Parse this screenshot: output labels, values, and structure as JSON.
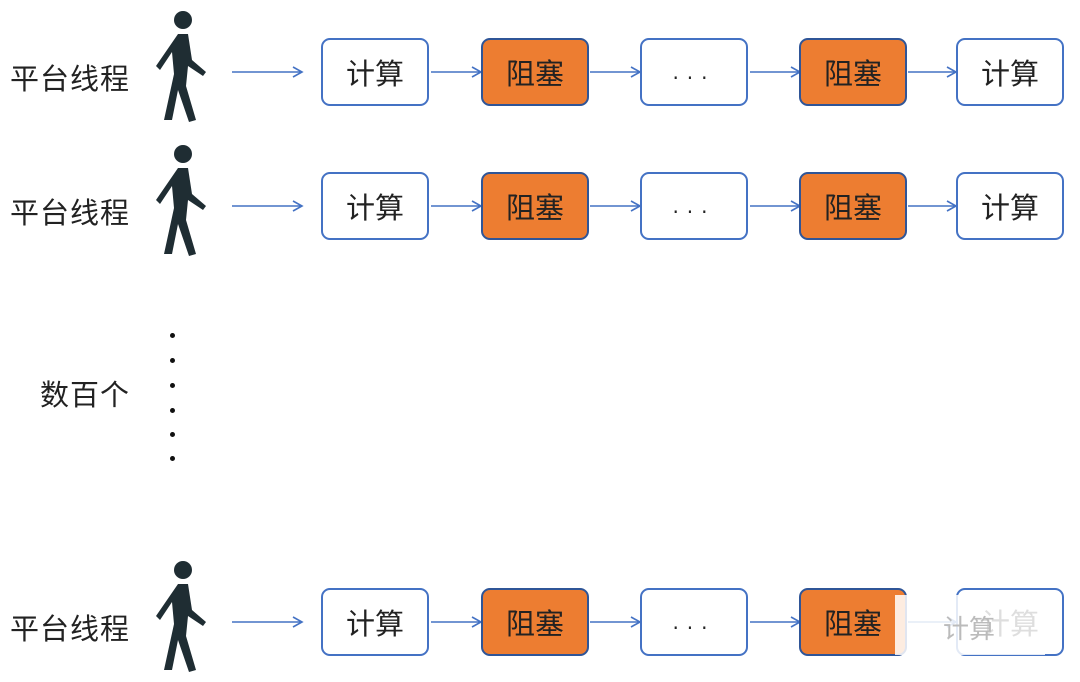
{
  "rows": [
    {
      "label": "平台线程",
      "steps": [
        "计算",
        "阻塞",
        "...",
        "阻塞",
        "计算"
      ]
    },
    {
      "label": "平台线程",
      "steps": [
        "计算",
        "阻塞",
        "...",
        "阻塞",
        "计算"
      ]
    },
    {
      "label": "平台线程",
      "steps": [
        "计算",
        "阻塞",
        "...",
        "阻塞",
        "计算"
      ]
    }
  ],
  "count_label": "数百个",
  "watermark": "计算",
  "colors": {
    "compute_fill": "#FFFFFF",
    "blocked_fill": "#ED7D31",
    "border": "#4472C4",
    "arrow": "#4472C4",
    "figure": "#1F2D33"
  }
}
